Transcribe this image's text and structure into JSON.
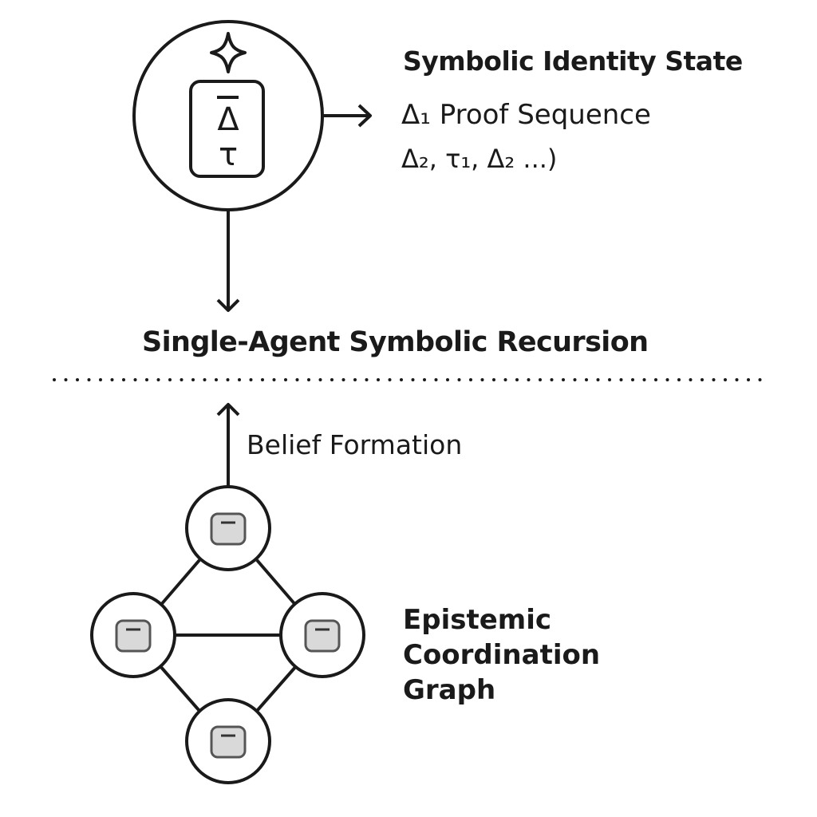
{
  "identity": {
    "title": "Symbolic Identity State",
    "sequence_line1": "Δ₁ Proof Sequence",
    "sequence_line2": "Δ₂, τ₁, Δ₂ ...)",
    "glyph_delta": "Δ",
    "glyph_tau": "τ",
    "star_icon": "four-point-star"
  },
  "recursion": {
    "title": "Single-Agent Symbolic Recursion"
  },
  "belief": {
    "label": "Belief Formation"
  },
  "graph": {
    "title_lines": [
      "Epistemic",
      "Coordination",
      "Graph"
    ],
    "node_icon": "agent-square-icon",
    "node_count": 4
  },
  "colors": {
    "stroke": "#1a1a1a",
    "node_fill": "#d9d9d9",
    "node_inner_stroke": "#555555"
  }
}
